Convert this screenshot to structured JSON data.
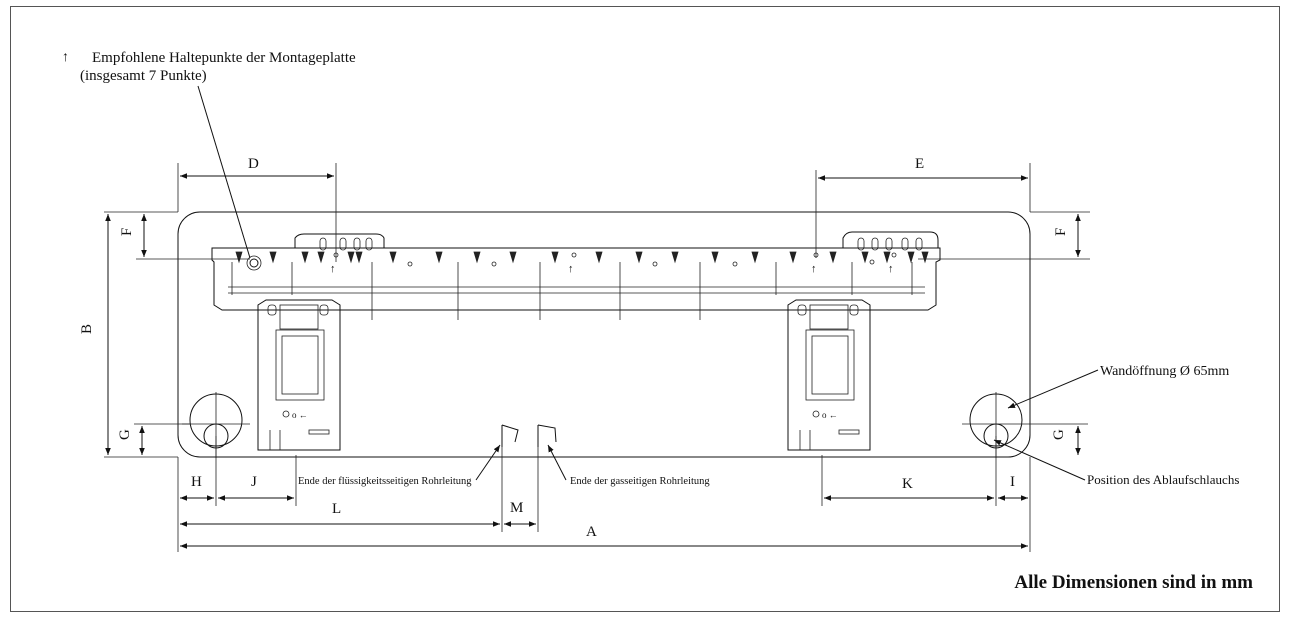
{
  "legend": {
    "marker_symbol": "↑",
    "line1": "Empfohlene Haltepunkte der Montageplatte",
    "line2": "(insgesamt 7 Punkte)"
  },
  "dimensions": {
    "A": "A",
    "B": "B",
    "D": "D",
    "E": "E",
    "F": "F",
    "G": "G",
    "H": "H",
    "I": "I",
    "J": "J",
    "K": "K",
    "L": "L",
    "M": "M"
  },
  "callouts": {
    "wall_hole": "Wandöffnung Ø 65mm",
    "drain_position": "Position des Ablaufschlauchs",
    "liquid_pipe_end": "Ende der flüssigkeitsseitigen Rohrleitung",
    "gas_pipe_end": "Ende der gasseitigen Rohrleitung"
  },
  "footer": "Alle Dimensionen sind in mm"
}
